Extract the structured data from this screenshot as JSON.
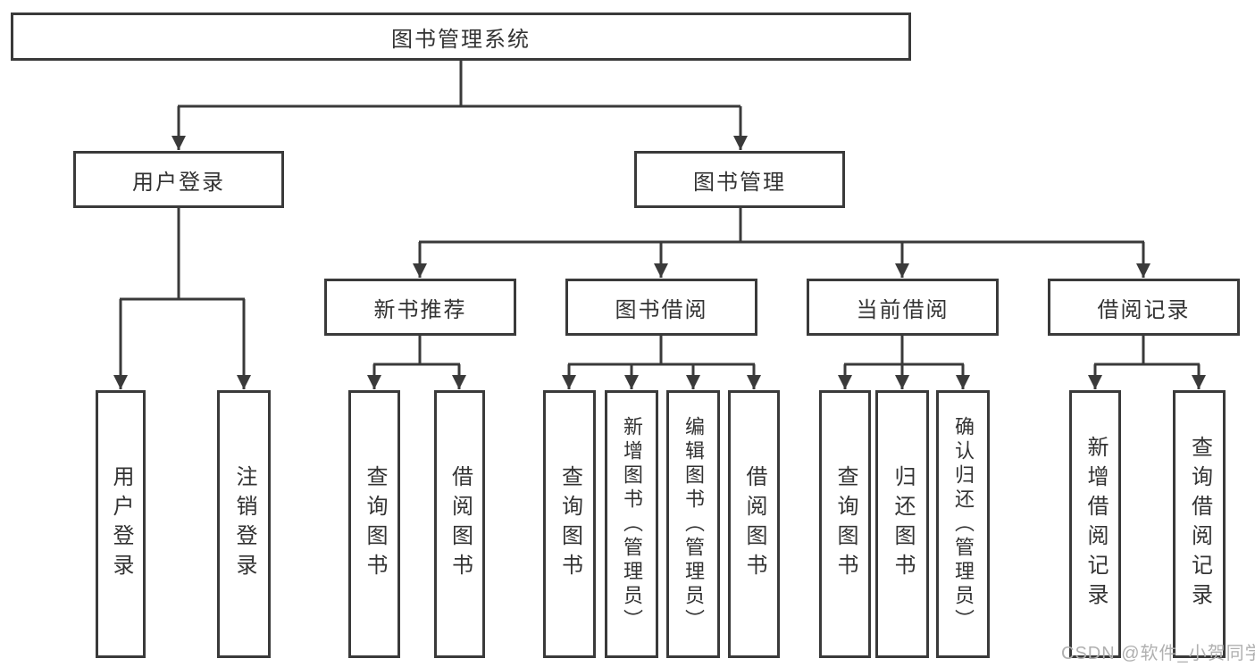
{
  "colors": {
    "line": "#3a3a3a",
    "text": "#333333",
    "box_bg": "#ffffff",
    "watermark": "#b0b0b0"
  },
  "tree": {
    "label": "图书管理系统",
    "children": [
      {
        "label": "用户登录",
        "children": [
          {
            "label": "用户登录"
          },
          {
            "label": "注销登录"
          }
        ]
      },
      {
        "label": "图书管理",
        "children": [
          {
            "label": "新书推荐",
            "children": [
              {
                "label": "查询图书"
              },
              {
                "label": "借阅图书"
              }
            ]
          },
          {
            "label": "图书借阅",
            "children": [
              {
                "label": "查询图书"
              },
              {
                "label": "新增图书（管理员）"
              },
              {
                "label": "编辑图书（管理员）"
              },
              {
                "label": "借阅图书"
              }
            ]
          },
          {
            "label": "当前借阅",
            "children": [
              {
                "label": "查询图书"
              },
              {
                "label": "归还图书"
              },
              {
                "label": "确认归还（管理员）"
              }
            ]
          },
          {
            "label": "借阅记录",
            "children": [
              {
                "label": "新增借阅记录"
              },
              {
                "label": "查询借阅记录"
              }
            ]
          }
        ]
      }
    ]
  },
  "watermark": {
    "text": "CSDN @软件_小贺同学"
  }
}
